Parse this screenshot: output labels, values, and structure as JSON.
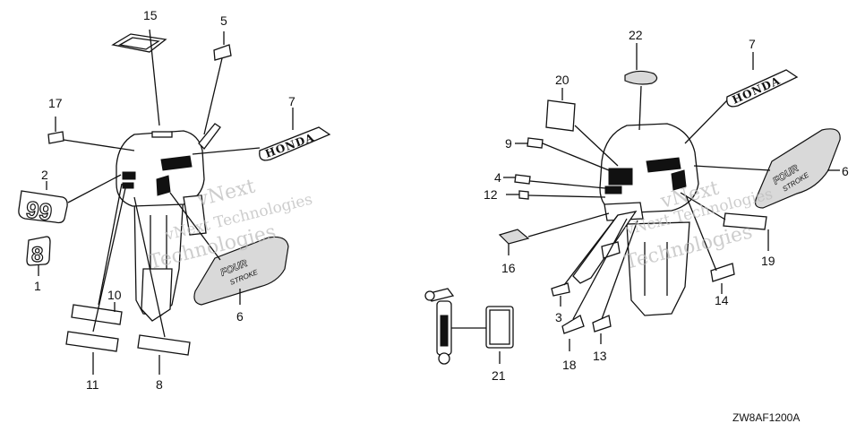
{
  "callouts": [
    {
      "n": "15"
    },
    {
      "n": "5"
    },
    {
      "n": "17"
    },
    {
      "n": "7"
    },
    {
      "n": "2"
    },
    {
      "n": "1"
    },
    {
      "n": "10"
    },
    {
      "n": "11"
    },
    {
      "n": "8"
    },
    {
      "n": "6"
    },
    {
      "n": "22"
    },
    {
      "n": "7"
    },
    {
      "n": "20"
    },
    {
      "n": "9"
    },
    {
      "n": "4"
    },
    {
      "n": "12"
    },
    {
      "n": "6"
    },
    {
      "n": "16"
    },
    {
      "n": "19"
    },
    {
      "n": "14"
    },
    {
      "n": "3"
    },
    {
      "n": "18"
    },
    {
      "n": "13"
    },
    {
      "n": "21"
    }
  ],
  "decal_text": {
    "honda": "HONDA",
    "model_99": "99",
    "model_8": "8",
    "four": "FOUR",
    "stroke": "STROKE"
  },
  "watermark": {
    "line1": "vNext Technologies",
    "line2": "vNext",
    "line3": "Technologies"
  },
  "diagram_code": "ZW8AF1200A",
  "colors": {
    "ink": "#111111",
    "watermark": "#bdbdbd"
  }
}
